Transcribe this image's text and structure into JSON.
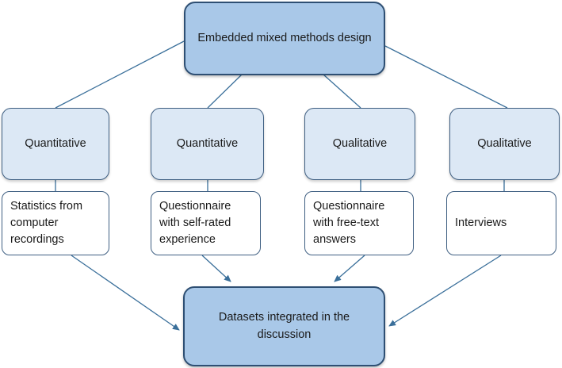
{
  "diagram": {
    "top": {
      "label": "Embedded mixed methods design"
    },
    "methods": [
      {
        "label": "Quantitative"
      },
      {
        "label": "Quantitative"
      },
      {
        "label": "Qualitative"
      },
      {
        "label": "Qualitative"
      }
    ],
    "data_sources": [
      {
        "label": "Statistics from\ncomputer\nrecordings"
      },
      {
        "label": "Questionnaire\nwith self-rated\nexperience"
      },
      {
        "label": "Questionnaire\nwith free-text\nanswers"
      },
      {
        "label": "Interviews"
      }
    ],
    "bottom": {
      "label": "Datasets integrated in the discussion"
    }
  },
  "colors": {
    "top_fill": "#a9c8e8",
    "method_fill": "#dce8f5",
    "border": "#3f5f82",
    "connector": "#3a6f9a"
  }
}
